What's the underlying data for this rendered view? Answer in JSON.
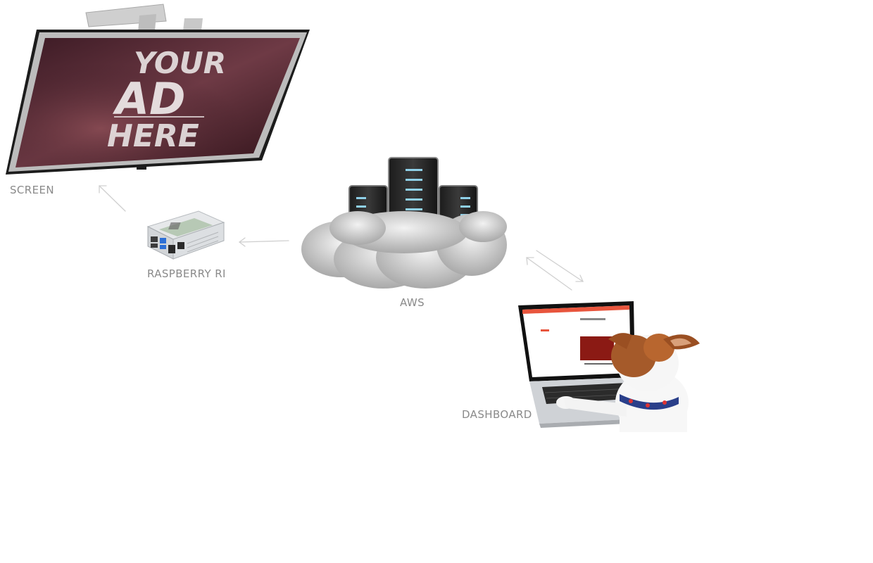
{
  "nodes": {
    "screen": {
      "label": "SCREEN",
      "ad_line1": "YOUR",
      "ad_line2": "AD",
      "ad_line3": "HERE"
    },
    "raspberry": {
      "label": "RASPBERRY RI"
    },
    "aws": {
      "label": "AWS"
    },
    "dashboard": {
      "label": "DASHBOARD"
    }
  },
  "colors": {
    "label": "#8a8a8a",
    "arrow": "#d0d0d0",
    "screen_bg": "#4a2230",
    "dashboard_accent": "#e8553d",
    "dashboard_card": "#8b1a14"
  },
  "icons": [
    "tv-screen-icon",
    "raspberry-pi-case-icon",
    "server-cloud-icon",
    "laptop-dog-icon"
  ]
}
